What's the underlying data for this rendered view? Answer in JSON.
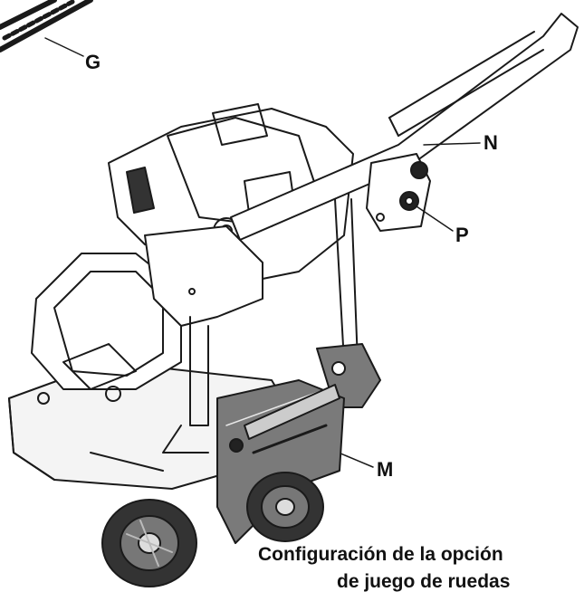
{
  "labels": {
    "G": "G",
    "N": "N",
    "P": "P",
    "M": "M"
  },
  "caption": {
    "line1": "Configuración de la opción",
    "line2": "de juego de ruedas"
  },
  "colors": {
    "ink": "#111111",
    "panel": "#7a7a7a",
    "panel_dark": "#5c5c5c",
    "line": "#1a1a1a",
    "fill_light": "#f4f4f4"
  }
}
